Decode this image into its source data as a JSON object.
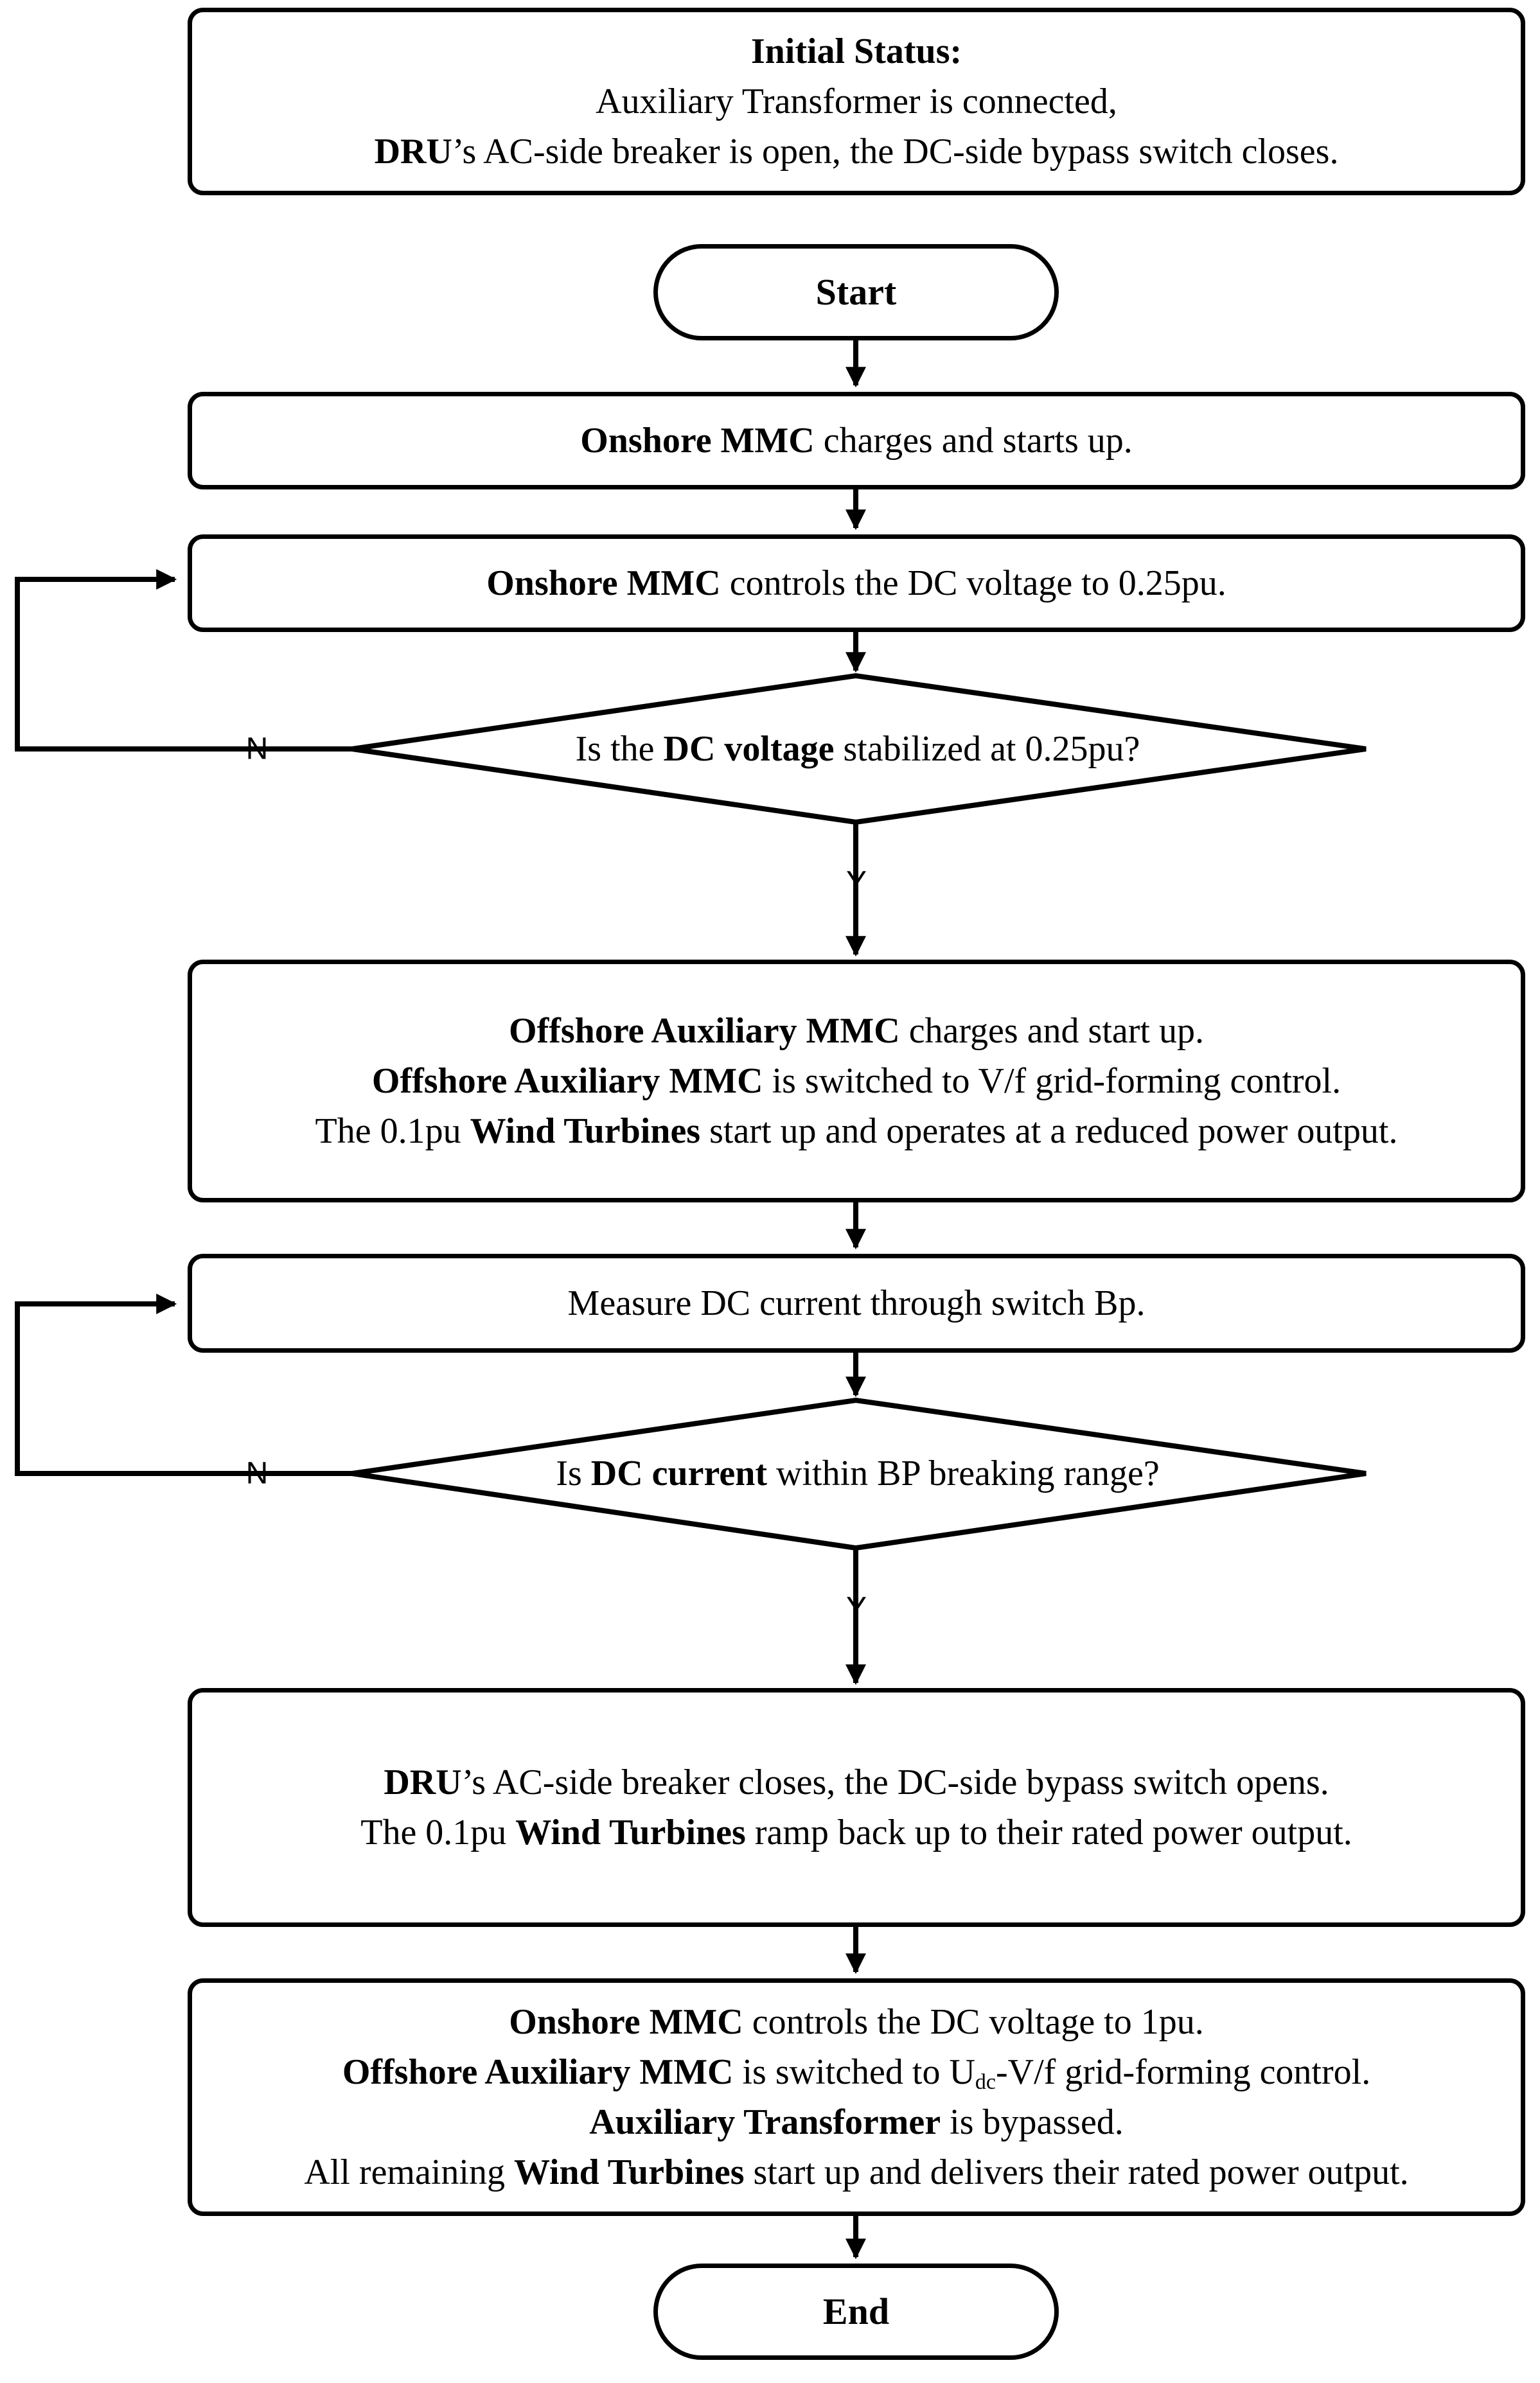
{
  "initial_status": {
    "title": "Initial Status:",
    "line2": "Auxiliary Transformer is connected,",
    "line3_bold": "DRU",
    "line3_rest": "’s AC-side breaker is open, the DC-side bypass switch closes."
  },
  "start_label": "Start",
  "step1": {
    "bold": "Onshore MMC",
    "rest": " charges and starts up."
  },
  "step2": {
    "bold": "Onshore MMC",
    "rest": " controls the DC voltage to 0.25pu."
  },
  "decision1": {
    "pre": "Is the ",
    "bold": "DC voltage",
    "post": " stabilized at 0.25pu?",
    "no_label": "N",
    "yes_label": "Y"
  },
  "step3": {
    "l1_bold": "Offshore Auxiliary MMC",
    "l1_rest": " charges and start up.",
    "l2_bold": "Offshore Auxiliary MMC",
    "l2_rest": " is switched to V/f grid-forming control.",
    "l3_pre": "The 0.1pu ",
    "l3_bold": "Wind Turbines",
    "l3_rest": " start up and operates at a reduced power output."
  },
  "step4": {
    "text": "Measure DC current through switch Bp."
  },
  "decision2": {
    "pre": "Is ",
    "bold": "DC current",
    "post": " within BP breaking range?",
    "no_label": "N",
    "yes_label": "Y"
  },
  "step5": {
    "l1_bold": "DRU",
    "l1_rest": "’s AC-side breaker closes, the DC-side bypass switch opens.",
    "l2_pre": "The 0.1pu ",
    "l2_bold": "Wind Turbines",
    "l2_rest": " ramp back up to their rated power output."
  },
  "step6": {
    "l1_bold": "Onshore MMC",
    "l1_rest": " controls the DC voltage to 1pu.",
    "l2_bold": "Offshore Auxiliary MMC",
    "l2_mid": " is switched to U",
    "l2_sub": "dc",
    "l2_rest": "-V/f grid-forming control.",
    "l3_bold": "Auxiliary Transformer",
    "l3_rest": " is bypassed.",
    "l4_pre": "All remaining ",
    "l4_bold": "Wind Turbines",
    "l4_rest": " start up and delivers their rated power output."
  },
  "end_label": "End"
}
